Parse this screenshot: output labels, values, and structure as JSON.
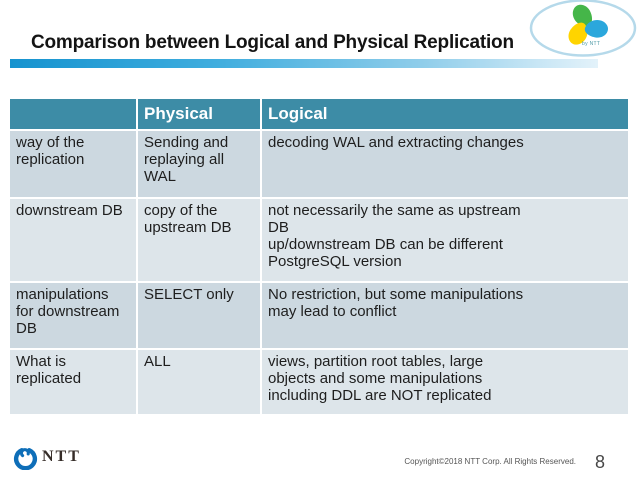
{
  "slide": {
    "title": "Comparison between Logical and Physical Replication",
    "page_number": "8",
    "copyright": "Copyright©2018 NTT Corp. All Rights Reserved."
  },
  "corner_logo": {
    "caption": "by NTT"
  },
  "footer_logo": {
    "text": "NTT"
  },
  "table": {
    "headers": [
      "",
      "Physical",
      "Logical"
    ],
    "rows": [
      {
        "cells": [
          "way of the\nreplication",
          "Sending and\nreplaying all\nWAL",
          "decoding WAL and extracting changes"
        ]
      },
      {
        "cells": [
          "downstream DB",
          "copy of the\nupstream DB",
          "not necessarily the same as upstream\nDB\nup/downstream DB can be different\nPostgreSQL version"
        ]
      },
      {
        "cells": [
          "manipulations\nfor downstream\nDB",
          "SELECT only",
          "No restriction, but some manipulations\nmay lead to conflict"
        ]
      },
      {
        "cells": [
          "What is\nreplicated",
          "ALL",
          "views, partition root tables, large\nobjects and some manipulations\nincluding DDL are NOT replicated"
        ]
      }
    ]
  },
  "colors": {
    "header_teal": "#3d8ca6",
    "band_dark": "#ccd8e0",
    "band_light": "#dde5ea",
    "rule_blue": "#1693cf",
    "ntt_blue": "#0e6eb8"
  }
}
